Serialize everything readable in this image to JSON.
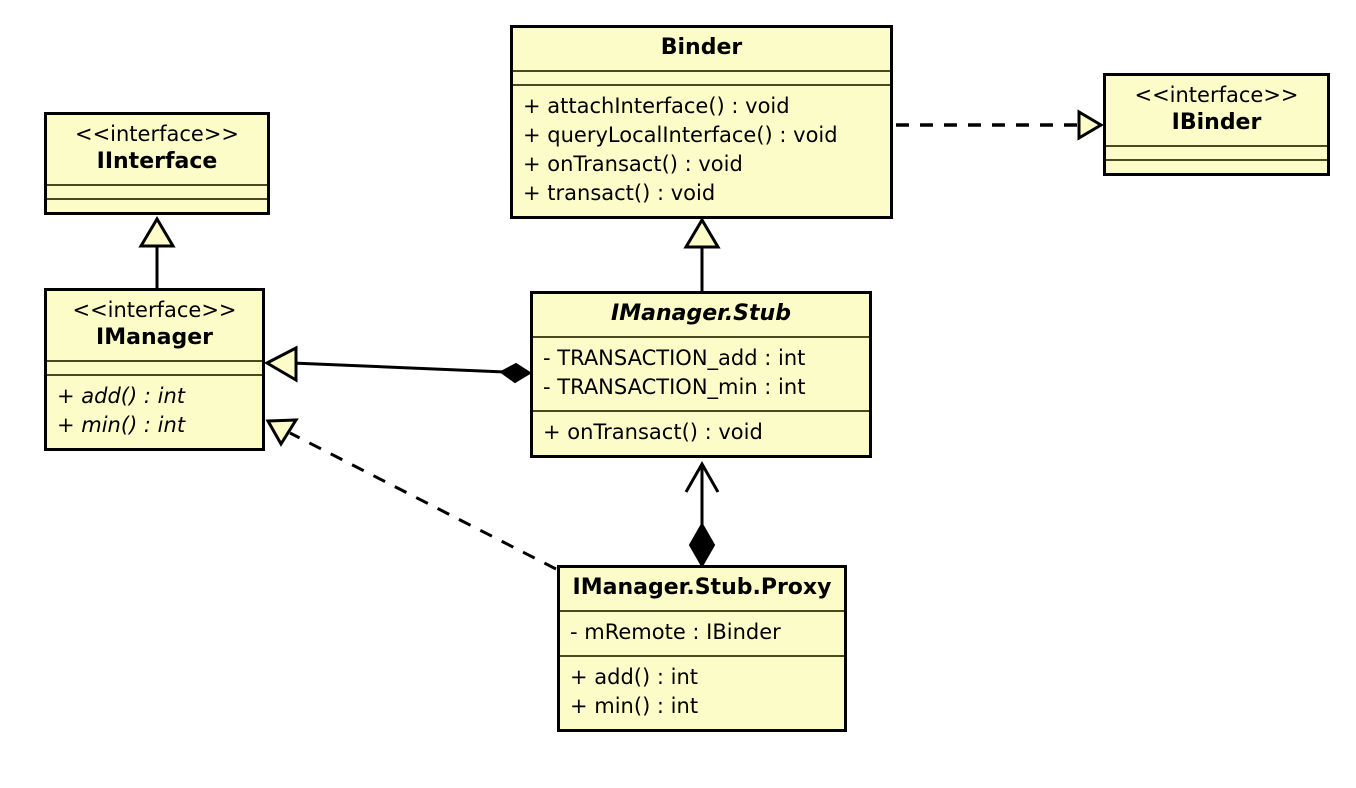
{
  "diagram": {
    "title": "Android Binder IPC UML class diagram",
    "style": {
      "class_fill": "#FCFCC8",
      "class_border": "#000000",
      "compartment_divider": "#4a4a20",
      "line_color": "#000000",
      "background": "#ffffff"
    }
  },
  "classes": {
    "binder": {
      "stereotype": "",
      "name": "Binder",
      "attributes": [],
      "operations": [
        "+ attachInterface() : void",
        "+ queryLocalInterface() : void",
        "+ onTransact() : void",
        "+ transact() : void"
      ]
    },
    "ibinder": {
      "stereotype": "<<interface>>",
      "name": "IBinder",
      "attributes": [],
      "operations": []
    },
    "iinterface": {
      "stereotype": "<<interface>>",
      "name": "IInterface",
      "attributes": [],
      "operations": []
    },
    "imanager": {
      "stereotype": "<<interface>>",
      "name": "IManager",
      "attributes": [],
      "operations": [
        "+ add() : int",
        "+ min() : int"
      ]
    },
    "stub": {
      "stereotype": "",
      "name": "IManager.Stub",
      "attributes": [
        "- TRANSACTION_add : int",
        "- TRANSACTION_min : int"
      ],
      "operations": [
        "+ onTransact() : void"
      ]
    },
    "proxy": {
      "stereotype": "",
      "name": "IManager.Stub.Proxy",
      "attributes": [
        "- mRemote : IBinder"
      ],
      "operations": [
        "+ add() : int",
        "+ min() : int"
      ]
    }
  },
  "relationships": [
    {
      "id": "binder-realizes-ibinder",
      "from": "Binder",
      "to": "IBinder",
      "type": "realization",
      "line": "dashed",
      "arrow": "hollow-triangle"
    },
    {
      "id": "imanager-extends-iinterface",
      "from": "IManager",
      "to": "IInterface",
      "type": "generalization",
      "line": "solid",
      "arrow": "hollow-triangle"
    },
    {
      "id": "stub-extends-binder",
      "from": "IManager.Stub",
      "to": "Binder",
      "type": "generalization",
      "line": "solid",
      "arrow": "hollow-triangle"
    },
    {
      "id": "stub-realizes-imanager",
      "from": "IManager.Stub",
      "to": "IManager",
      "type": "realization-composition",
      "line": "solid",
      "arrow": "hollow-triangle",
      "source_decoration": "filled-diamond"
    },
    {
      "id": "proxy-realizes-imanager",
      "from": "IManager.Stub.Proxy",
      "to": "IManager",
      "type": "realization",
      "line": "dashed",
      "arrow": "hollow-triangle"
    },
    {
      "id": "proxy-composed-in-stub",
      "from": "IManager.Stub.Proxy",
      "to": "IManager.Stub",
      "type": "composition",
      "line": "solid",
      "arrow": "open-arrow",
      "source_decoration": "filled-diamond"
    }
  ]
}
